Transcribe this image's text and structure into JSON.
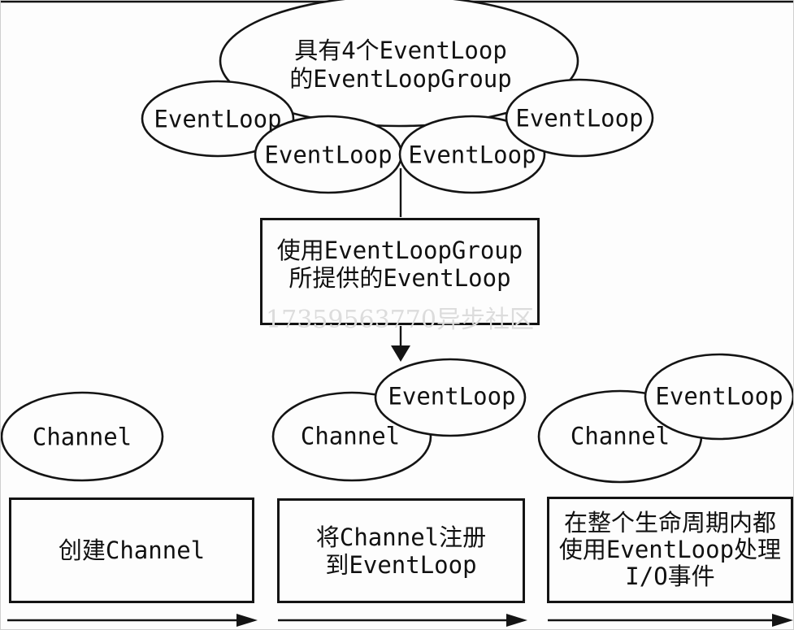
{
  "top_group": {
    "label_line1": "具有4个EventLoop",
    "label_line2": "的EventLoopGroup",
    "event_loop_1": "EventLoop",
    "event_loop_2": "EventLoop",
    "event_loop_3": "EventLoop",
    "event_loop_4": "EventLoop"
  },
  "provide_box": {
    "line1": "使用EventLoopGroup",
    "line2": "所提供的EventLoop"
  },
  "watermark": "17359563770异步社区",
  "stage_left": {
    "channel": "Channel",
    "caption": "创建Channel"
  },
  "stage_middle": {
    "channel": "Channel",
    "event_loop": "EventLoop",
    "caption_line1": "将Channel注册",
    "caption_line2": "到EventLoop"
  },
  "stage_right": {
    "channel": "Channel",
    "event_loop": "EventLoop",
    "caption_line1": "在整个生命周期内都",
    "caption_line2": "使用EventLoop处理",
    "caption_line3": "I/O事件"
  },
  "colors": {
    "stroke": "#141414",
    "background": "#fdfdfd",
    "watermark_gray": "#dcdcdc"
  }
}
